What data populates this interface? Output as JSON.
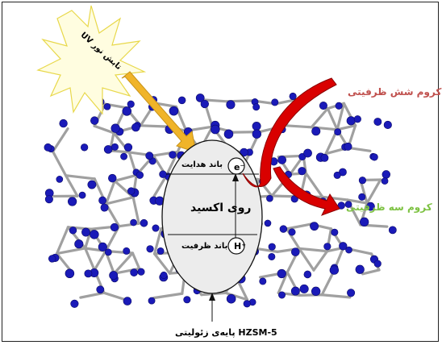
{
  "labels": {
    "uv_light": "تابش نور UV",
    "chromium_vi": "کروم شش ظرفیتی",
    "chromium_iii": "کروم سه ظرفیتی",
    "zinc_oxide": "روی اکسید",
    "conduction_band": "باند هدایت",
    "valence_band": "باند ظرفیت",
    "electron": "e⁻",
    "hole": "H⁺",
    "support": "پایه‌ی زئولیتی HZSM-5"
  },
  "colors": {
    "sunburst_fill": "#fffde0",
    "sunburst_stroke": "#e8d84a",
    "uv_arrow": "#f0b429",
    "red_arrow": "#d90000",
    "atom": "#1a1ab8",
    "bond": "#a0a0a0",
    "chromium_vi_text": "#c0504d",
    "chromium_iii_text": "#7dc242"
  },
  "icons": [
    "sunburst-icon",
    "uv-arrow-icon",
    "red-curved-arrow-icon",
    "zeolite-framework-icon",
    "zno-particle-icon"
  ]
}
